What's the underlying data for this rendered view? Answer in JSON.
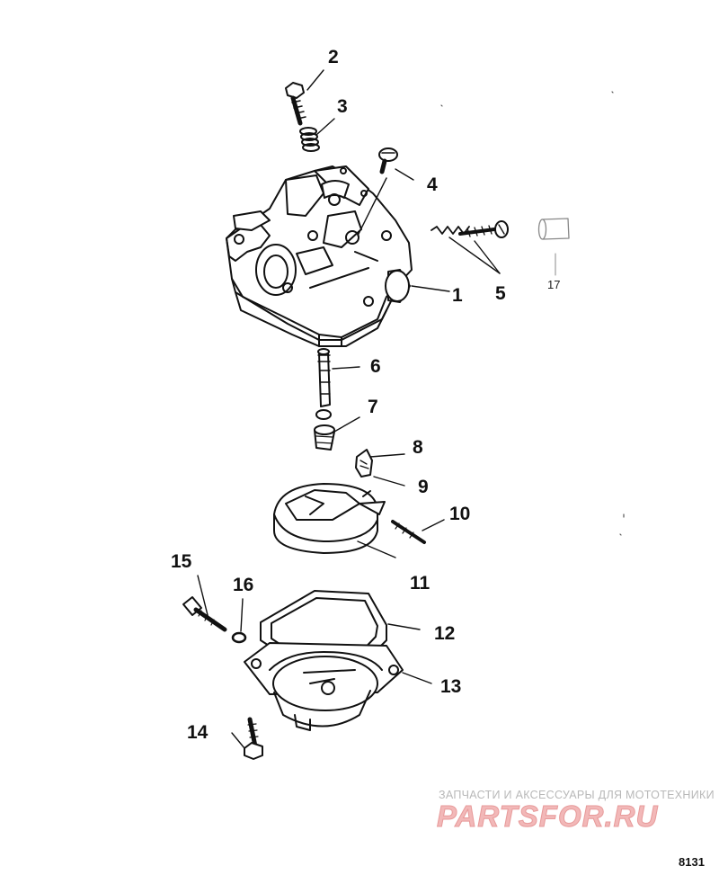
{
  "callouts": {
    "c1": "1",
    "c2": "2",
    "c3": "3",
    "c4": "4",
    "c5": "5",
    "c6": "6",
    "c7": "7",
    "c8": "8",
    "c9": "9",
    "c10": "10",
    "c11": "11",
    "c12": "12",
    "c13": "13",
    "c14": "14",
    "c15": "15",
    "c16": "16",
    "c17": "17"
  },
  "watermark": {
    "caption": "ЗАПЧАСТИ И АКСЕССУАРЫ ДЛЯ МОТОТЕХНИКИ",
    "logo": "PARTSFOR.RU"
  },
  "figure_id": "8131",
  "colors": {
    "line": "#111111",
    "watermark": "#e79a9a",
    "background": "#ffffff"
  }
}
